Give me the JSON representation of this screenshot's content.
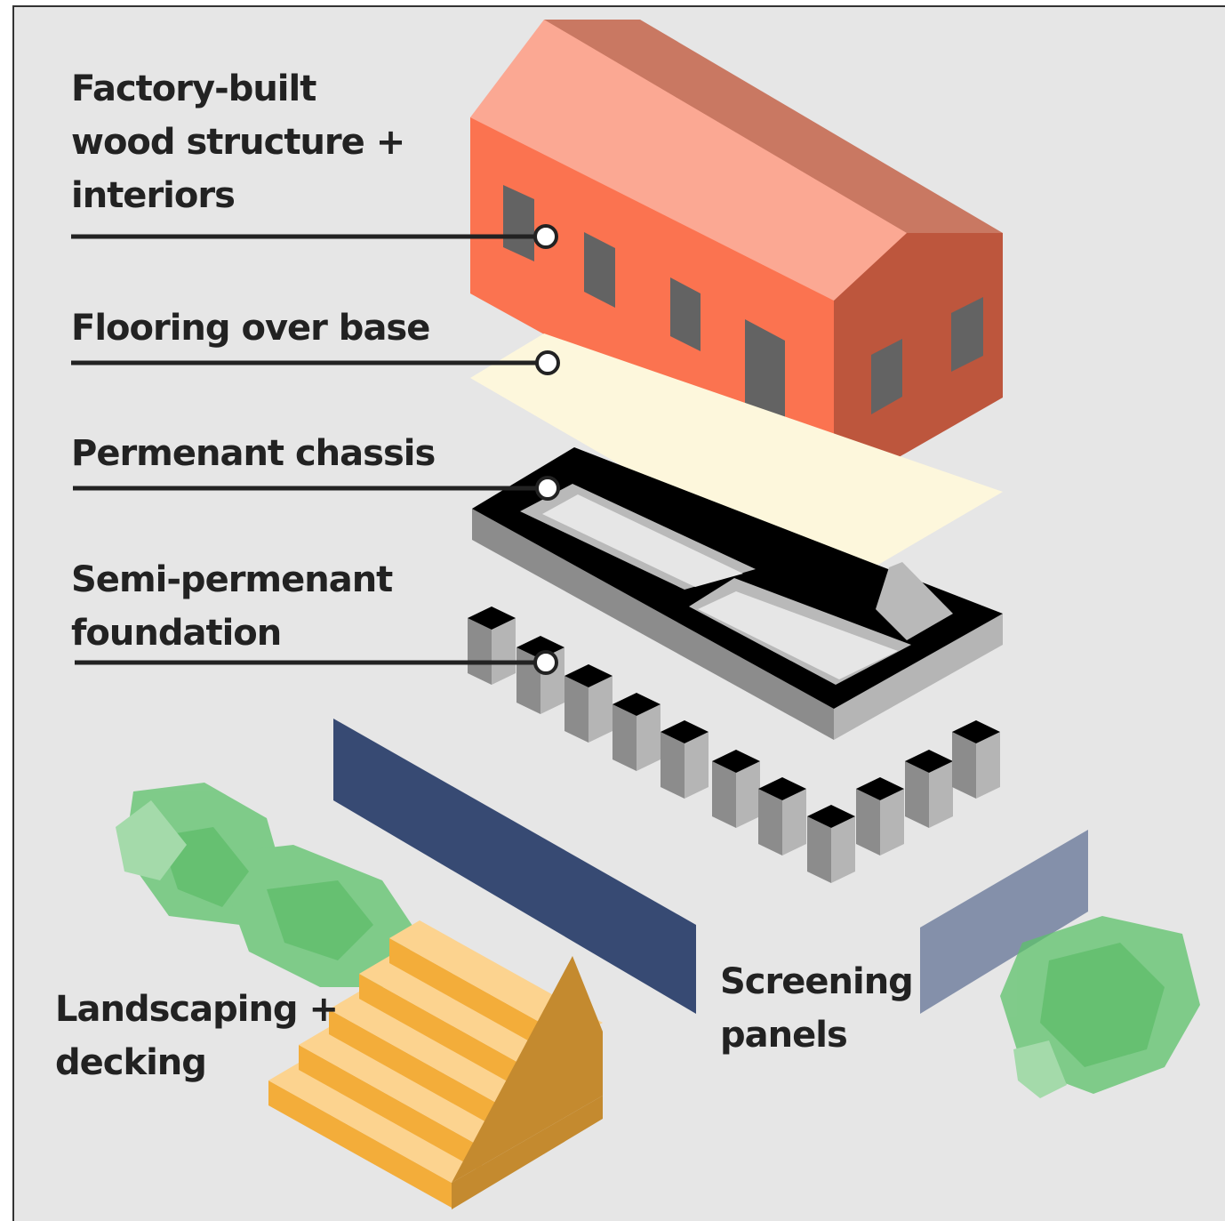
{
  "labels": {
    "structure": [
      "Factory-built",
      "wood structure +",
      "interiors"
    ],
    "flooring": [
      "Flooring over base"
    ],
    "chassis": [
      "Permenant chassis"
    ],
    "foundation": [
      "Semi-permenant",
      "foundation"
    ],
    "landscaping": [
      "Landscaping +",
      "decking"
    ],
    "screening": [
      "Screening",
      "panels"
    ]
  },
  "colors": {
    "background": "#e6e6e6",
    "house_wall": "#fb7350",
    "house_roof": "#fba893",
    "flooring": "#fdf7dc",
    "chassis": "#000000",
    "screen_dark": "#374a73",
    "screen_light": "#8490aa",
    "deck": "#f8bf5a",
    "foliage": "#3cb44b"
  }
}
